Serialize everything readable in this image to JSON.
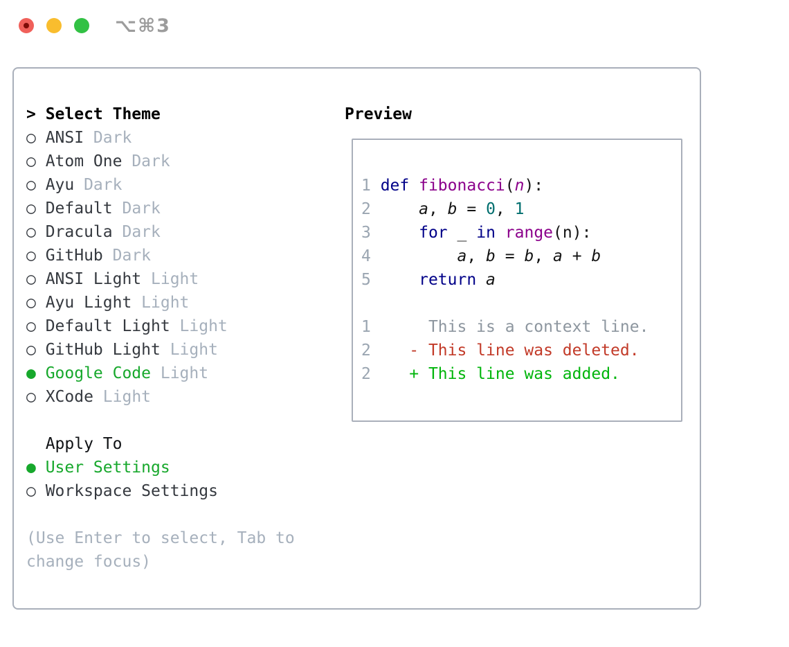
{
  "titlebar": {
    "shortcut": "⌥⌘3"
  },
  "colors": {
    "tl_red": "#f0605a",
    "tl_red_dot": "#7e0c06",
    "tl_yellow": "#f9bd2e",
    "tl_green": "#32c144",
    "titlebar_text": "#9c9c9c",
    "border": "#a9afba",
    "text_dark": "#35393f",
    "muted": "#a6b0bc",
    "sel_green": "#17a82c",
    "lineno": "#9aa5b1",
    "kwd": "#000088",
    "typ": "#8b008b",
    "lit": "#006e6e",
    "plain": "#141414",
    "ctx": "#8d969f",
    "del": "#c23a28",
    "add": "#00b50b"
  },
  "theme_list": {
    "header_marker": ">",
    "header": "Select Theme",
    "items": [
      {
        "name": "ANSI",
        "variant": "Dark",
        "selected": false
      },
      {
        "name": "Atom One",
        "variant": "Dark",
        "selected": false
      },
      {
        "name": "Ayu",
        "variant": "Dark",
        "selected": false
      },
      {
        "name": "Default",
        "variant": "Dark",
        "selected": false
      },
      {
        "name": "Dracula",
        "variant": "Dark",
        "selected": false
      },
      {
        "name": "GitHub",
        "variant": "Dark",
        "selected": false
      },
      {
        "name": "ANSI Light",
        "variant": "Light",
        "selected": false
      },
      {
        "name": "Ayu Light",
        "variant": "Light",
        "selected": false
      },
      {
        "name": "Default Light",
        "variant": "Light",
        "selected": false
      },
      {
        "name": "GitHub Light",
        "variant": "Light",
        "selected": false
      },
      {
        "name": "Google Code",
        "variant": "Light",
        "selected": true
      },
      {
        "name": "XCode",
        "variant": "Light",
        "selected": false
      }
    ],
    "marker_unselected": "○",
    "marker_selected": "●"
  },
  "apply_to": {
    "header": "Apply To",
    "items": [
      {
        "name": "User Settings",
        "selected": true
      },
      {
        "name": "Workspace Settings",
        "selected": false
      }
    ]
  },
  "help_lines": [
    "(Use Enter to select, Tab to",
    "change focus)"
  ],
  "preview": {
    "title": "Preview",
    "lines": [
      {
        "name": "code-line-1",
        "segments": [
          {
            "t": "1 ",
            "s": "lineno"
          },
          {
            "t": "def",
            "s": "kwd"
          },
          {
            "t": " ",
            "s": "plain"
          },
          {
            "t": "fibonacci",
            "s": "typ"
          },
          {
            "t": "(",
            "s": "plain"
          },
          {
            "t": "n",
            "s": "typ",
            "i": true
          },
          {
            "t": "):",
            "s": "plain"
          }
        ]
      },
      {
        "name": "code-line-2",
        "segments": [
          {
            "t": "2 ",
            "s": "lineno"
          },
          {
            "t": "    ",
            "s": "plain"
          },
          {
            "t": "a",
            "s": "plain",
            "i": true
          },
          {
            "t": ", ",
            "s": "plain"
          },
          {
            "t": "b",
            "s": "plain",
            "i": true
          },
          {
            "t": " = ",
            "s": "plain"
          },
          {
            "t": "0",
            "s": "lit"
          },
          {
            "t": ", ",
            "s": "plain"
          },
          {
            "t": "1",
            "s": "lit"
          }
        ]
      },
      {
        "name": "code-line-3",
        "segments": [
          {
            "t": "3 ",
            "s": "lineno"
          },
          {
            "t": "    ",
            "s": "plain"
          },
          {
            "t": "for",
            "s": "kwd"
          },
          {
            "t": " ",
            "s": "plain"
          },
          {
            "t": "_",
            "s": "plain",
            "i": true
          },
          {
            "t": " ",
            "s": "plain"
          },
          {
            "t": "in",
            "s": "kwd"
          },
          {
            "t": " ",
            "s": "plain"
          },
          {
            "t": "range",
            "s": "typ"
          },
          {
            "t": "(n):",
            "s": "plain"
          }
        ]
      },
      {
        "name": "code-line-4",
        "segments": [
          {
            "t": "4 ",
            "s": "lineno"
          },
          {
            "t": "        ",
            "s": "plain"
          },
          {
            "t": "a",
            "s": "plain",
            "i": true
          },
          {
            "t": ", ",
            "s": "plain"
          },
          {
            "t": "b",
            "s": "plain",
            "i": true
          },
          {
            "t": " = ",
            "s": "plain"
          },
          {
            "t": "b",
            "s": "plain",
            "i": true
          },
          {
            "t": ", ",
            "s": "plain"
          },
          {
            "t": "a",
            "s": "plain",
            "i": true
          },
          {
            "t": " + ",
            "s": "plain"
          },
          {
            "t": "b",
            "s": "plain",
            "i": true
          }
        ]
      },
      {
        "name": "code-line-5",
        "segments": [
          {
            "t": "5 ",
            "s": "lineno"
          },
          {
            "t": "    ",
            "s": "plain"
          },
          {
            "t": "return",
            "s": "kwd"
          },
          {
            "t": " ",
            "s": "plain"
          },
          {
            "t": "a",
            "s": "plain",
            "i": true
          }
        ]
      },
      {
        "name": "blank-line",
        "segments": []
      },
      {
        "name": "diff-context-line",
        "segments": [
          {
            "t": "1 ",
            "s": "lineno"
          },
          {
            "t": "     This is a context line.",
            "s": "ctx"
          }
        ]
      },
      {
        "name": "diff-deleted-line",
        "segments": [
          {
            "t": "2 ",
            "s": "lineno"
          },
          {
            "t": "   - This line was deleted.",
            "s": "del"
          }
        ]
      },
      {
        "name": "diff-added-line",
        "segments": [
          {
            "t": "2 ",
            "s": "lineno"
          },
          {
            "t": "   + This line was added.",
            "s": "add"
          }
        ]
      }
    ]
  }
}
